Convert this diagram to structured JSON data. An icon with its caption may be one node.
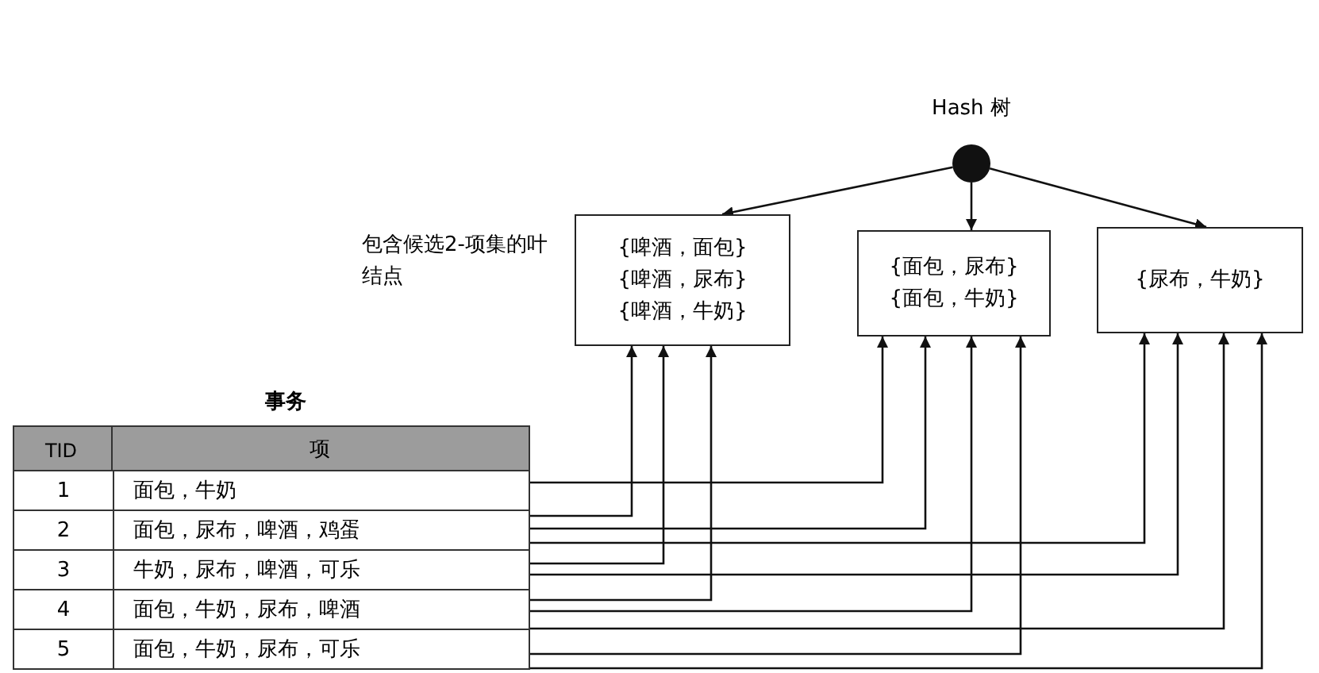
{
  "diagram": {
    "nodes": [
      {
        "text": [],
        "shape": "circle",
        "beside": [
          "Hash 树"
        ]
      },
      {
        "text": [
          "{啤酒，面包}",
          "{啤酒，尿布}",
          "{啤酒，牛奶}"
        ]
      },
      {
        "text": [
          "{面包，尿布}",
          "{面包，牛奶}"
        ]
      },
      {
        "text": [
          "{尿布，牛奶}"
        ]
      },
      {
        "text": [
          "1",
          "面包，牛奶"
        ]
      },
      {
        "text": [
          "2",
          "面包，尿布，啤酒，鸡蛋"
        ]
      },
      {
        "text": [
          "3",
          "牛奶，尿布，啤酒，可乐"
        ]
      },
      {
        "text": [
          "4",
          "面包，牛奶，尿布，啤酒"
        ]
      },
      {
        "text": [
          "5",
          "面包，牛奶，尿布，可乐"
        ]
      }
    ],
    "edges": [
      {
        "from": 0,
        "to": 1,
        "arrow": "to"
      },
      {
        "from": 0,
        "to": 2,
        "arrow": "to"
      },
      {
        "from": 0,
        "to": 3,
        "arrow": "to"
      },
      {
        "from": 4,
        "to": 2,
        "arrow": "to"
      },
      {
        "from": 5,
        "to": 1,
        "arrow": "to"
      },
      {
        "from": 5,
        "to": 2,
        "arrow": "to"
      },
      {
        "from": 5,
        "to": 3,
        "arrow": "to"
      },
      {
        "from": 6,
        "to": 1,
        "arrow": "to"
      },
      {
        "from": 6,
        "to": 3,
        "arrow": "to"
      },
      {
        "from": 7,
        "to": 1,
        "arrow": "to"
      },
      {
        "from": 7,
        "to": 2,
        "arrow": "to"
      },
      {
        "from": 8,
        "to": 3,
        "arrow": "to"
      },
      {
        "from": 8,
        "to": 2,
        "arrow": "to"
      },
      {
        "from": 8,
        "to": 3,
        "arrow": "to"
      }
    ],
    "labels": [
      "包含候选2-项集的叶结点",
      "事务",
      "TID",
      "项"
    ]
  }
}
